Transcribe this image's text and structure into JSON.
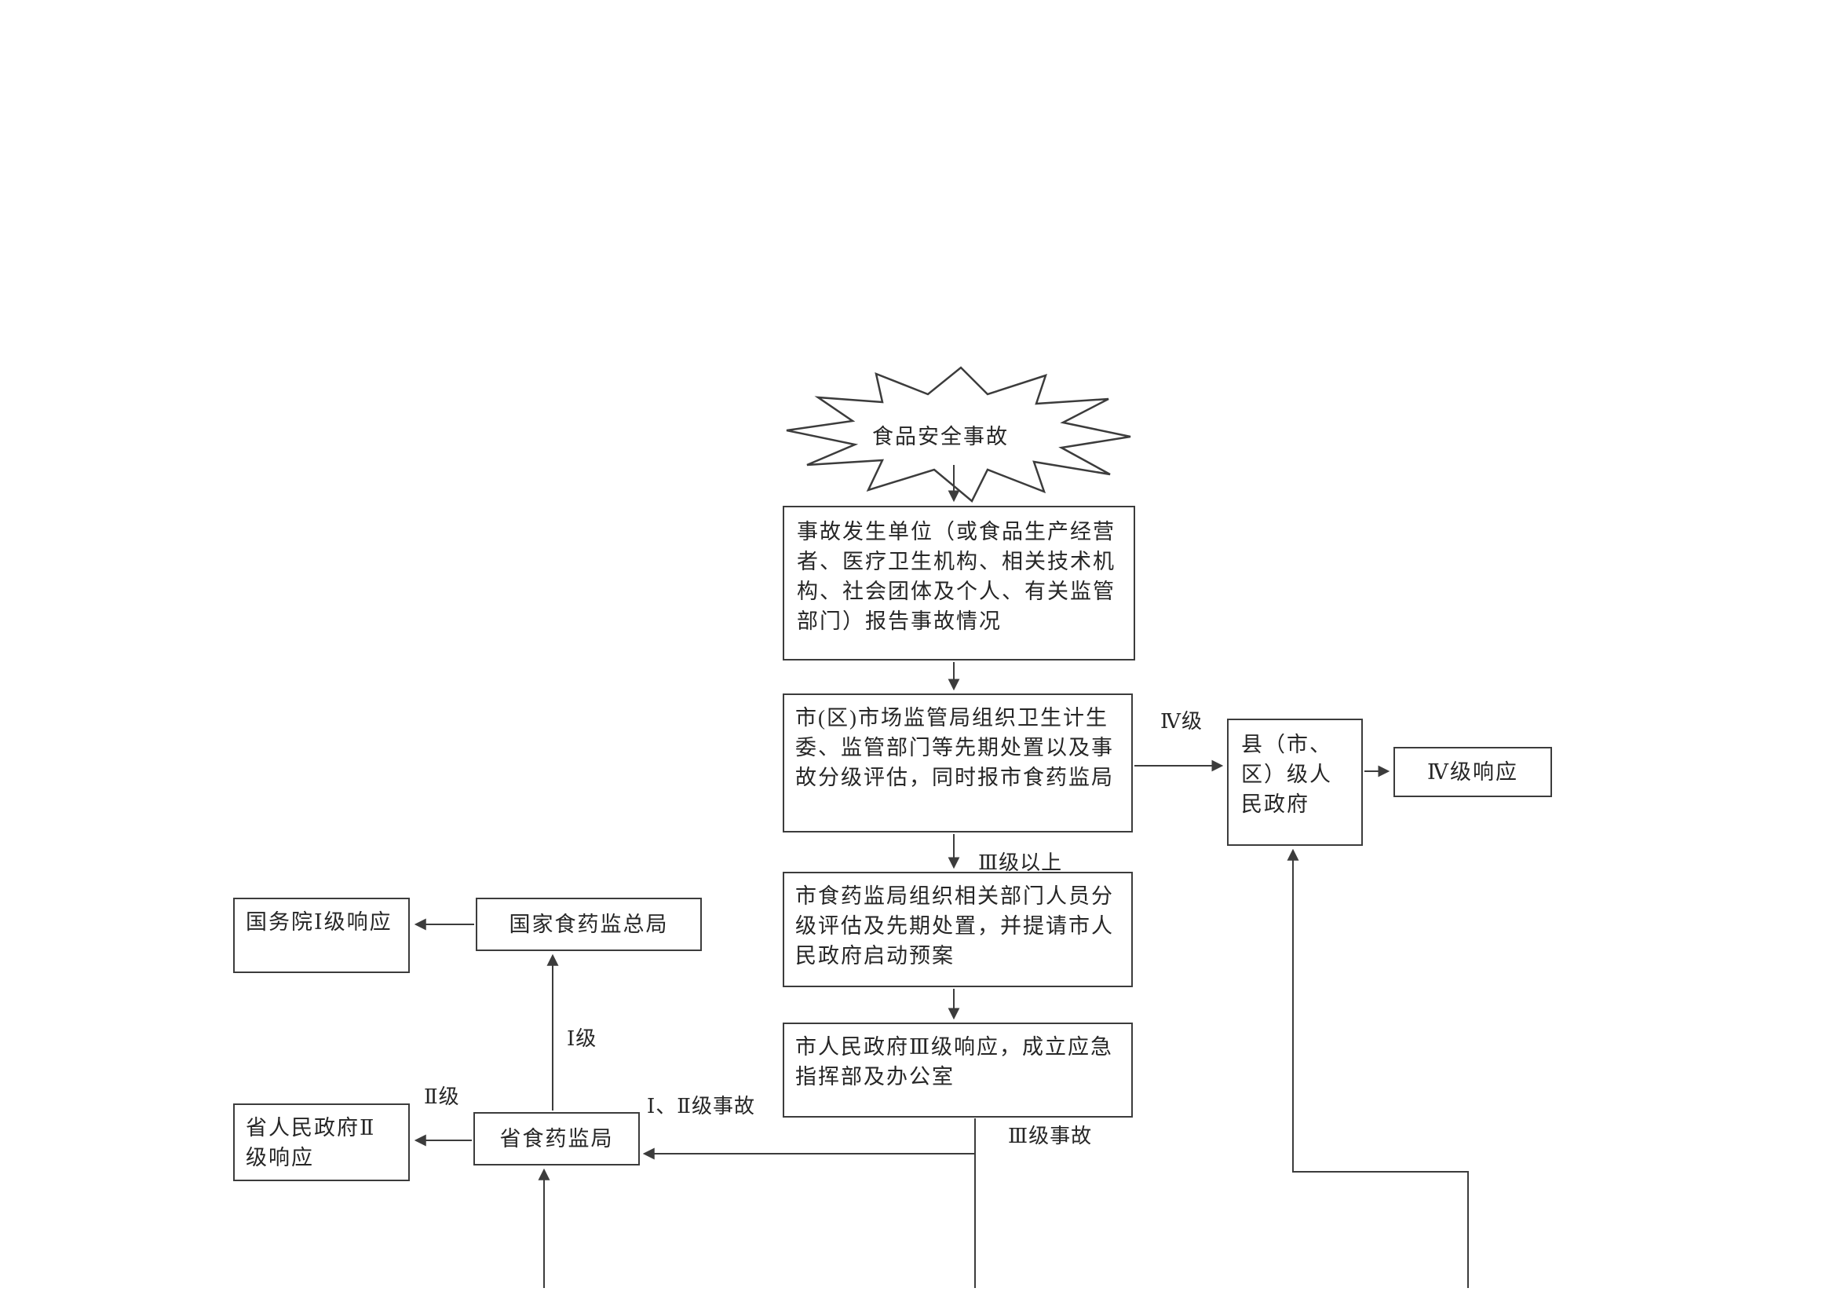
{
  "diagram": {
    "burst_label": "食品安全事故",
    "boxes": {
      "report": "事故发生单位（或食品生产经营者、医疗卫生机构、相关技术机构、社会团体及个人、有关监管部门）报告事故情况",
      "city_market_bureau": "市(区)市场监管局组织卫生计生委、监管部门等先期处置以及事故分级评估，同时报市食药监局",
      "county_government": "县（市、区）级人民政府",
      "level4_response": "Ⅳ级响应",
      "city_fda": "市食药监局组织相关部门人员分级评估及先期处置，并提请市人民政府启动预案",
      "city_government_response": "市人民政府Ⅲ级响应，成立应急指挥部及办公室",
      "state_council_response": "国务院Ⅰ级响应",
      "national_fda": "国家食药监总局",
      "provincial_fda": "省食药监局",
      "provincial_government_response": "省人民政府Ⅱ级响应"
    },
    "labels": {
      "level4": "Ⅳ级",
      "level3_and_above": "Ⅲ级以上",
      "level1": "Ⅰ级",
      "level2": "Ⅱ级",
      "level1_2_incident": "Ⅰ、Ⅱ级事故",
      "level3_incident": "Ⅲ级事故"
    }
  }
}
